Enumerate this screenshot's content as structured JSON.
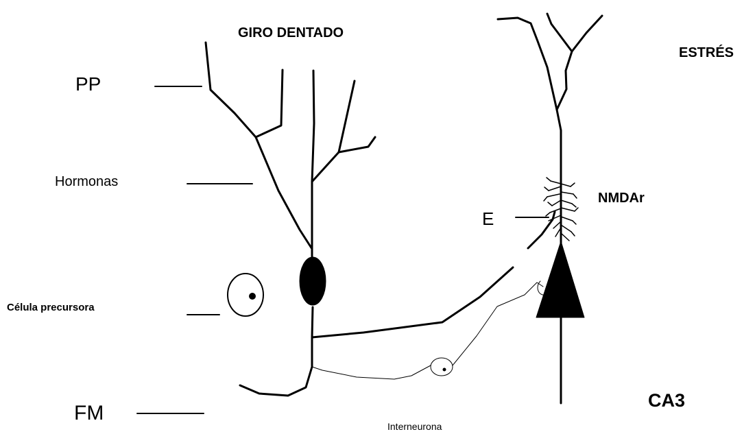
{
  "labels": {
    "giro_dentado": "GIRO DENTADO",
    "estres": "ESTRÉS",
    "pp": "PP",
    "hormonas": "Hormonas",
    "nmdar": "NMDAr",
    "e": "E",
    "celula_precursora": "Célula precursora",
    "ca3": "CA3",
    "fm": "FM",
    "interneurona": "Interneurona"
  },
  "colors": {
    "ink": "#000000",
    "background": "#ffffff"
  }
}
